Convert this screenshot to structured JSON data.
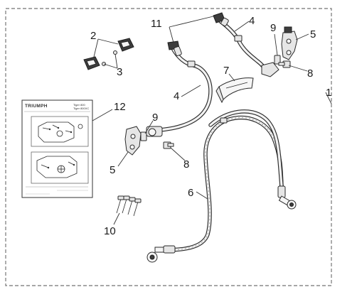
{
  "callouts": {
    "c1": "1",
    "c2": "2",
    "c3": "3",
    "c4a": "4",
    "c4b": "4",
    "c5a": "5",
    "c5b": "5",
    "c6": "6",
    "c7": "7",
    "c8a": "8",
    "c8b": "8",
    "c9a": "9",
    "c9b": "9",
    "c10": "10",
    "c11": "11",
    "c12": "12"
  },
  "instruction_sheet": {
    "brand": "TRIUMPH",
    "model_line1": "Tiger 800",
    "model_line2": "Tiger 800XC"
  }
}
